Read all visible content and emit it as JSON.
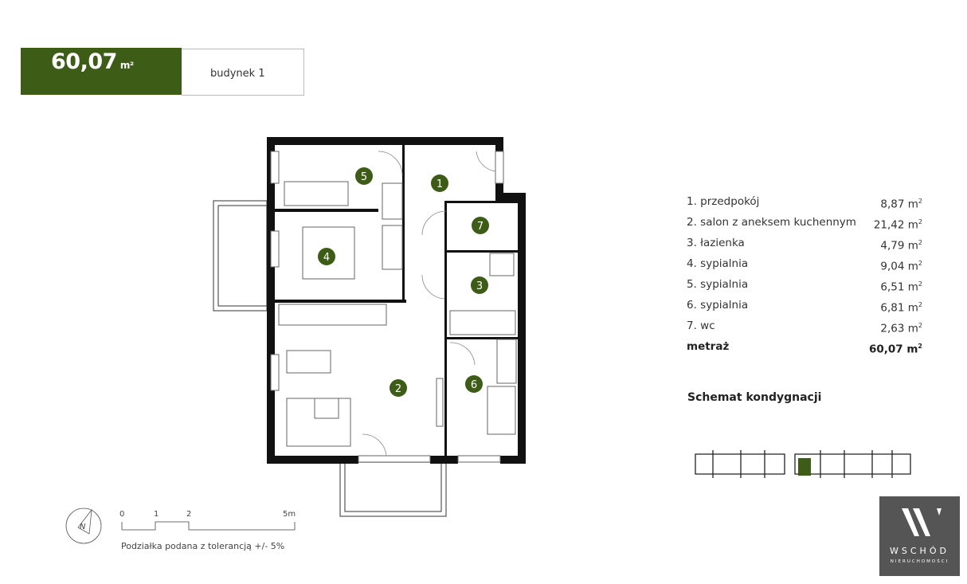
{
  "header": {
    "area_value": "60,07",
    "area_unit": "m²",
    "building": "budynek 1"
  },
  "plan": {
    "markers": [
      "1",
      "2",
      "3",
      "4",
      "5",
      "6",
      "7"
    ],
    "accent_color": "#3d5c16"
  },
  "rooms": [
    {
      "name": "1. przedpokój",
      "area": "8,87 m",
      "sup": "2"
    },
    {
      "name": "2. salon z aneksem kuchennym",
      "area": "21,42 m",
      "sup": "2"
    },
    {
      "name": "3. łazienka",
      "area": "4,79 m",
      "sup": "2"
    },
    {
      "name": "4. sypialnia",
      "area": "9,04 m",
      "sup": "2"
    },
    {
      "name": "5. sypialnia",
      "area": "6,51 m",
      "sup": "2"
    },
    {
      "name": "6. sypialnia",
      "area": "6,81 m",
      "sup": "2"
    },
    {
      "name": "7. wc",
      "area": "2,63 m",
      "sup": "2"
    }
  ],
  "total": {
    "label": "metraż",
    "area": "60,07 m",
    "sup": "2"
  },
  "schema_title": "Schemat kondygnacji",
  "scale": {
    "ticks": [
      "0",
      "1",
      "2",
      "5m"
    ],
    "north_label": "N",
    "note": "Podziałka podana z tolerancją +/- 5%"
  },
  "logo": {
    "name": "WSCHÓD",
    "sub": "NIERUCHOMOŚCI"
  }
}
